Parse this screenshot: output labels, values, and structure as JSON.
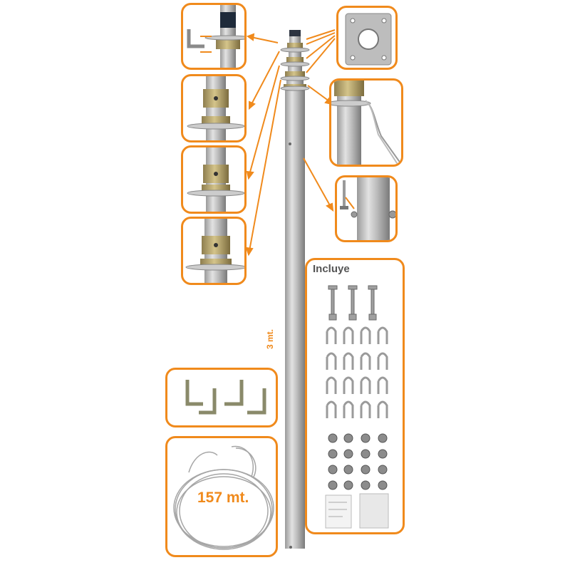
{
  "includes_title": "Incluye",
  "height_label": "3 mt.",
  "cable_label": "157 mt.",
  "colors": {
    "accent": "#f08a1c",
    "metal": "#b5b5b5",
    "brass": "#b8a36a"
  },
  "item_icons": [
    "bolt-icon",
    "cable-thimble-icon",
    "wire-rope-clip-icon",
    "instruction-sheet-icon",
    "l-anchor-icon",
    "coiled-cable-icon",
    "mounting-plate-icon"
  ]
}
